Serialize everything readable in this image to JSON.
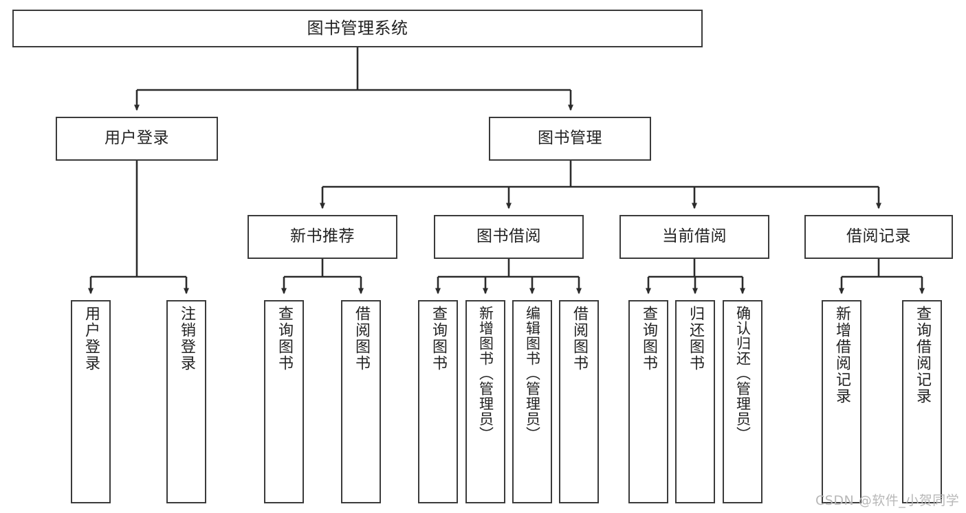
{
  "diagram": {
    "type": "tree-hierarchy",
    "title": "图书管理系统",
    "colors": {
      "box_border": "#3a3a3a",
      "box_fill": "#ffffff",
      "edge": "#2b2b2b",
      "text": "#222222",
      "watermark": "#b8b8b8",
      "background": "#ffffff"
    },
    "root": {
      "label": "图书管理系统"
    },
    "level2": [
      {
        "label": "用户登录"
      },
      {
        "label": "图书管理"
      }
    ],
    "level3": [
      {
        "label": "新书推荐"
      },
      {
        "label": "图书借阅"
      },
      {
        "label": "当前借阅"
      },
      {
        "label": "借阅记录"
      }
    ],
    "leaves": {
      "user_login": [
        {
          "label": "用户登录"
        },
        {
          "label": "注销登录"
        }
      ],
      "new_book_recommend": [
        {
          "label": "查询图书"
        },
        {
          "label": "借阅图书"
        }
      ],
      "book_borrow": [
        {
          "label": "查询图书"
        },
        {
          "label": "新增图书（管理员）"
        },
        {
          "label": "编辑图书（管理员）"
        },
        {
          "label": "借阅图书"
        }
      ],
      "current_borrow": [
        {
          "label": "查询图书"
        },
        {
          "label": "归还图书"
        },
        {
          "label": "确认归还（管理员）"
        }
      ],
      "borrow_record": [
        {
          "label": "新增借阅记录"
        },
        {
          "label": "查询借阅记录"
        }
      ]
    }
  },
  "watermark": {
    "text": "CSDN @软件_小贺同学"
  }
}
